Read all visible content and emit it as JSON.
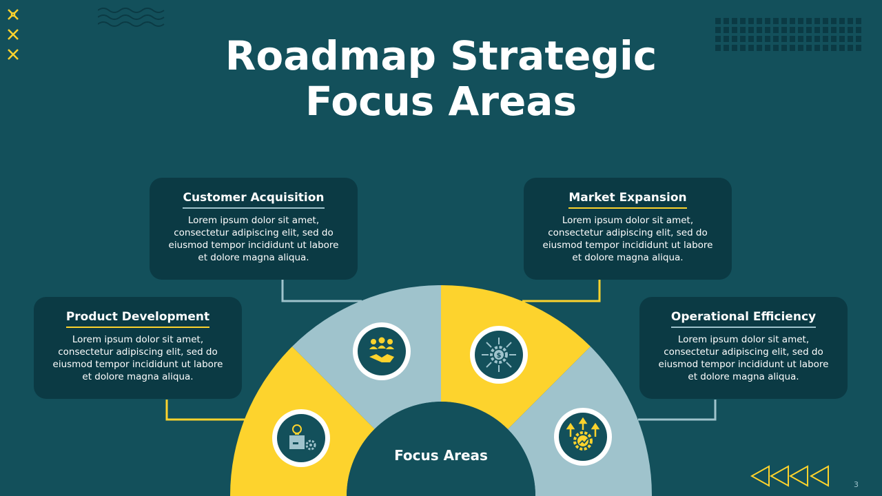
{
  "title": {
    "line1": "Roadmap Strategic",
    "line2": "Focus Areas"
  },
  "center_label": "Focus Areas",
  "page_number": "3",
  "colors": {
    "background": "#13505b",
    "card": "#0b3a44",
    "yellow": "#fdd32d",
    "light_blue": "#9fc3cc",
    "white": "#ffffff"
  },
  "areas": [
    {
      "title": "Product Development",
      "text": "Lorem ipsum dolor sit amet, consectetur adipiscing elit, sed do eiusmod tempor incididunt ut labore et dolore magna aliqua.",
      "icon": "idea-box-gear-icon"
    },
    {
      "title": "Customer Acquisition",
      "text": "Lorem ipsum dolor sit amet, consectetur adipiscing elit, sed do eiusmod tempor incididunt ut labore et dolore magna aliqua.",
      "icon": "team-handshake-icon"
    },
    {
      "title": "Market Expansion",
      "text": "Lorem ipsum dolor sit amet, consectetur adipiscing elit, sed do eiusmod tempor incididunt ut labore et dolore magna aliqua.",
      "icon": "dollar-gear-arrows-icon"
    },
    {
      "title": "Operational Efficiency",
      "text": "Lorem ipsum dolor sit amet, consectetur adipiscing elit, sed do eiusmod tempor incididunt ut labore et dolore magna aliqua.",
      "icon": "gear-growth-arrows-icon"
    }
  ]
}
